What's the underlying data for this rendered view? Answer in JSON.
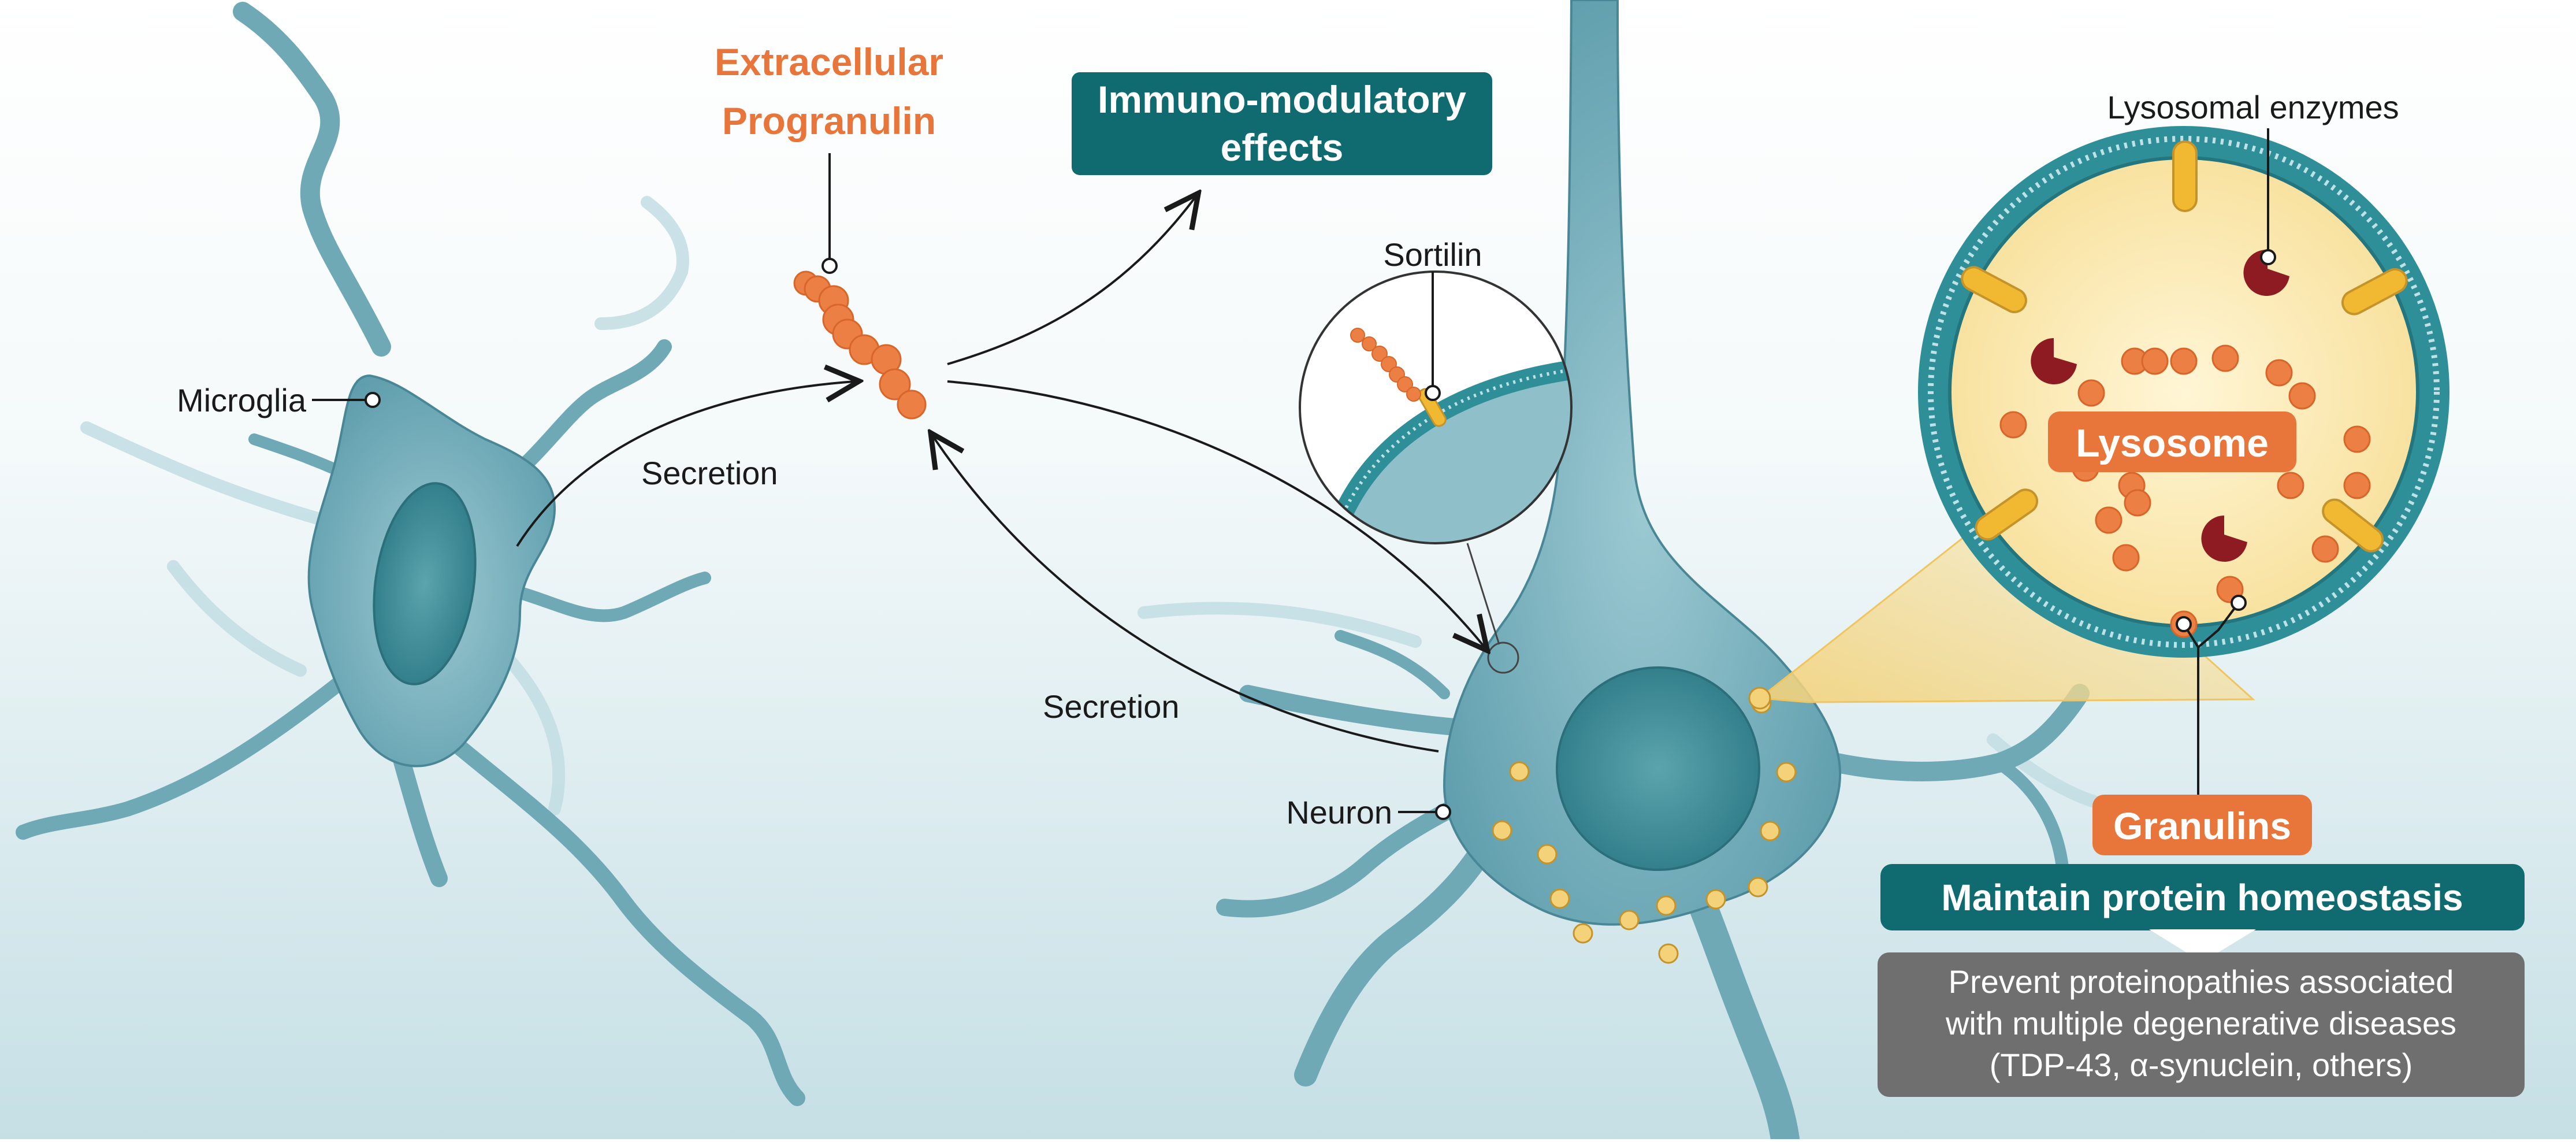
{
  "labels": {
    "extracellular_line1": "Extracellular",
    "extracellular_line2": "Progranulin",
    "immuno_line1": "Immuno-modulatory",
    "immuno_line2": "effects",
    "microglia": "Microglia",
    "secretion_microglia": "Secretion",
    "secretion_neuron": "Secretion",
    "sortilin": "Sortilin",
    "neuron": "Neuron",
    "lysosomal_enzymes": "Lysosomal enzymes",
    "lysosome": "Lysosome",
    "granulins": "Granulins",
    "maintain": "Maintain protein homeostasis",
    "prevent_line1": "Prevent proteinopathies associated",
    "prevent_line2": "with multiple degenerative diseases",
    "prevent_line3": "(TDP-43, α-synuclein, others)"
  },
  "colors": {
    "orange_text": "#E8763A",
    "teal_box": "#0F6B6F",
    "gray_box": "#6F6F70",
    "cell_body": "#7FB4C0",
    "nucleus": "#3F8C98",
    "progranulin_bead": "#EC7F43",
    "membrane_teal": "#2E8F98",
    "lysosome_fill": "#FCEFC0",
    "sortilin_yellow": "#F0B931",
    "enzyme_red": "#8E1B22"
  },
  "icons": {
    "progranulin": "bead-chain-icon",
    "enzyme": "pacman-enzyme-icon",
    "granule": "yellow-granule-icon"
  }
}
